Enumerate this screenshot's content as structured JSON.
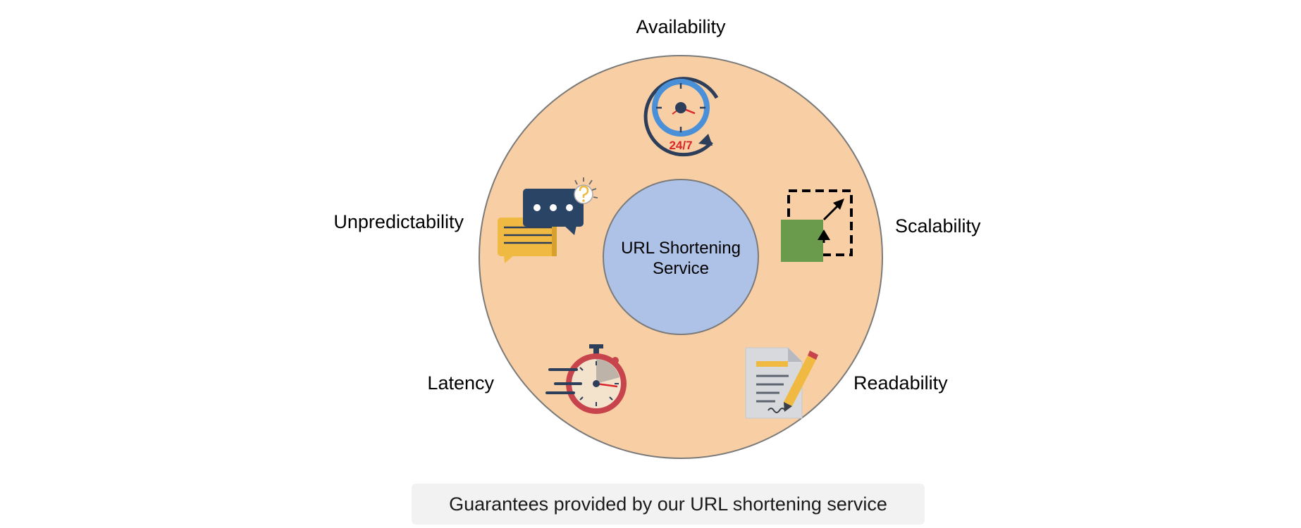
{
  "diagram": {
    "center_label_line1": "URL Shortening",
    "center_label_line2": "Service",
    "guarantees": {
      "availability": "Availability",
      "scalability": "Scalability",
      "readability": "Readability",
      "latency": "Latency",
      "unpredictability": "Unpredictability"
    },
    "clock_badge": "24/7"
  },
  "caption": "Guarantees provided by our URL shortening service",
  "colors": {
    "outer_circle": "#f8cfa5",
    "inner_circle": "#aec2e8",
    "caption_background": "#f2f2f2"
  }
}
